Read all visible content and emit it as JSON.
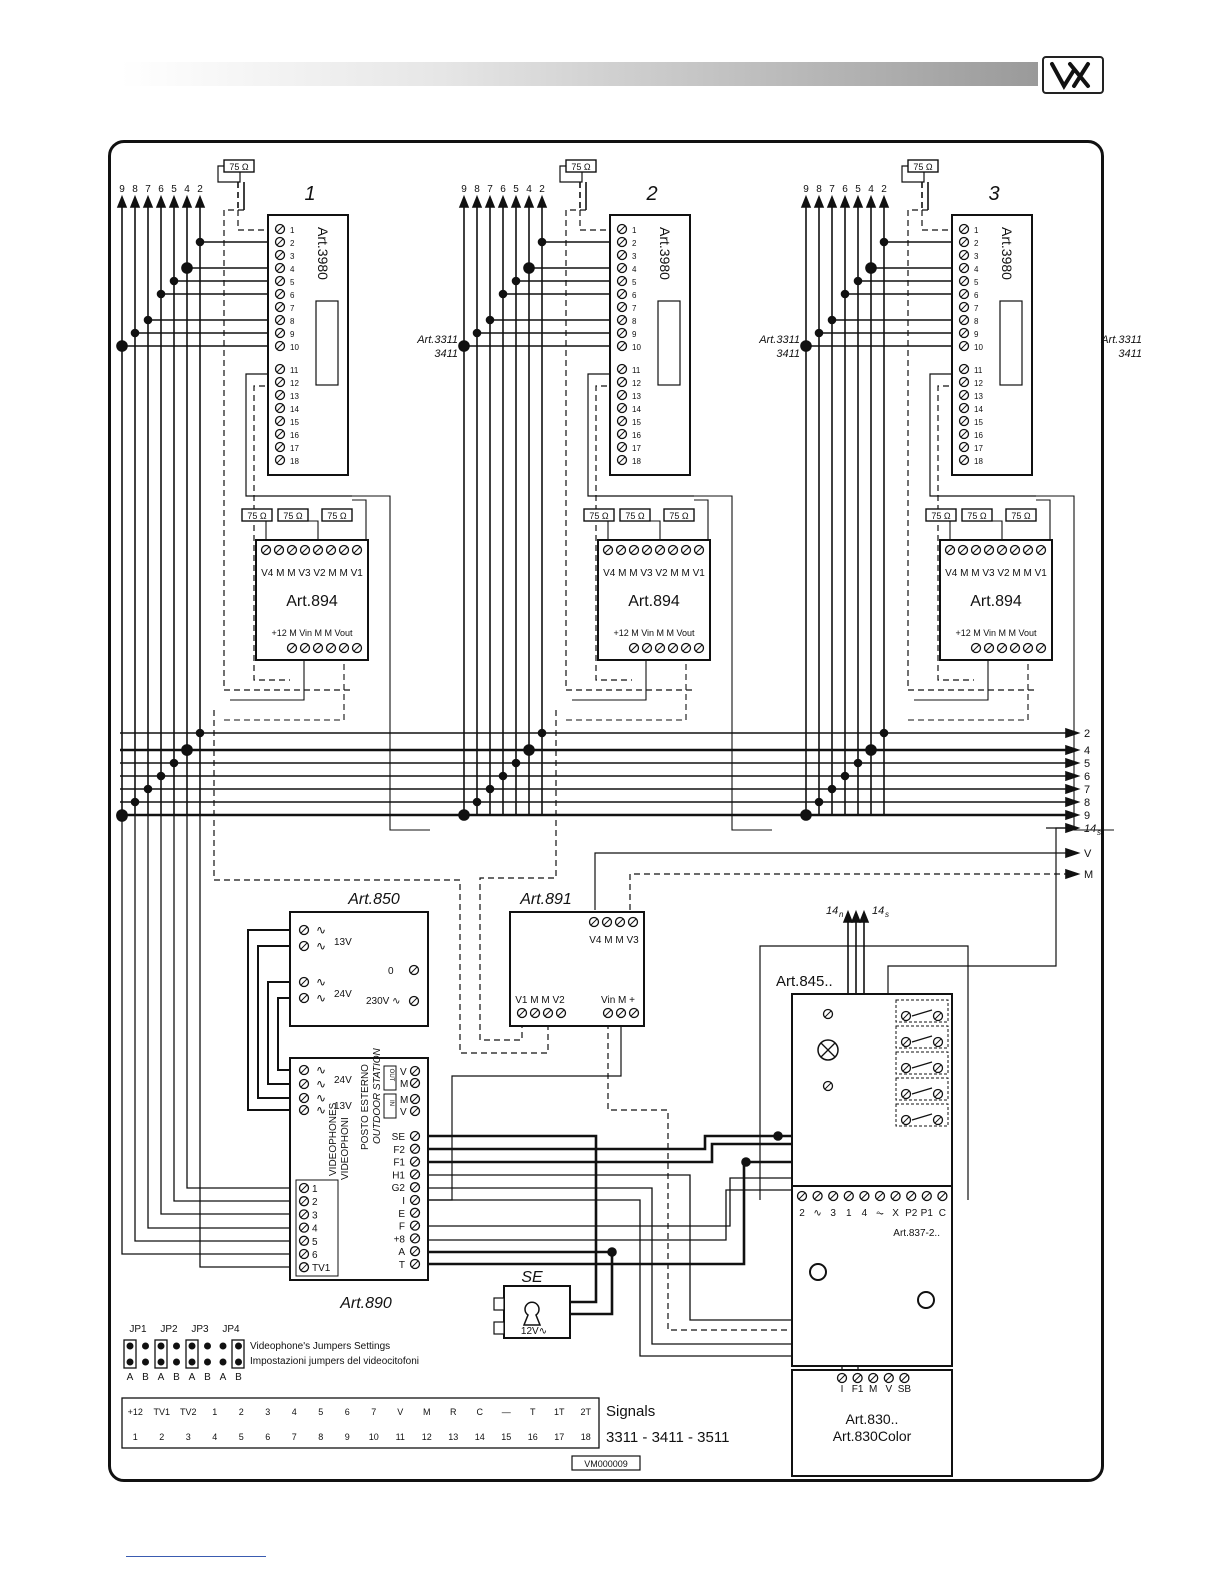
{
  "diagram": {
    "code": "VM000009",
    "units": [
      {
        "number": "1",
        "monitor": "Art.3980",
        "phone_line1": "Art.3311",
        "phone_line2": "3411",
        "distributor": "Art.894",
        "resistor": "75 Ω"
      },
      {
        "number": "2",
        "monitor": "Art.3980",
        "phone_line1": "Art.3311",
        "phone_line2": "3411",
        "distributor": "Art.894",
        "resistor": "75 Ω"
      },
      {
        "number": "3",
        "monitor": "Art.3980",
        "phone_line1": "Art.3311",
        "phone_line2": "3411",
        "distributor": "Art.894",
        "resistor": "75 Ω"
      }
    ],
    "riser_labels": [
      "9",
      "8",
      "7",
      "6",
      "5",
      "4",
      "2"
    ],
    "monitor_terminals": [
      "1",
      "2",
      "3",
      "4",
      "5",
      "6",
      "7",
      "8",
      "9",
      "10",
      "11",
      "12",
      "13",
      "14",
      "15",
      "16",
      "17",
      "18"
    ],
    "art894": {
      "top_terminals": "V4 M M V3 V2 M M V1",
      "bottom_terminals": "+12 M Vin M M Vout"
    },
    "bus_labels": [
      "2",
      "4",
      "5",
      "6",
      "7",
      "8",
      "9",
      "14s",
      "V",
      "M"
    ],
    "art850": {
      "title": "Art.850",
      "label_13v": "13V",
      "label_24v": "24V",
      "label_0": "0",
      "label_230": "230V ∿"
    },
    "art891": {
      "title": "Art.891",
      "top_terminals": "V4 M M V3",
      "bottom_left": "V1 M M V2",
      "bottom_right": "Vin M +"
    },
    "art890": {
      "title": "Art.890",
      "label_24v": "24V",
      "label_13v": "13V",
      "out_label": "OUT",
      "in_label": "IN",
      "station_it": "POSTO ESTERNO",
      "station_en": "OUTDOOR STATION",
      "phones_en": "VIDEOPHONES",
      "phones_it": "VIDEOPHONI",
      "right_terminals": [
        "SE",
        "F2",
        "F1",
        "H1",
        "G2",
        "I",
        "E",
        "F",
        "+8",
        "A",
        "T"
      ],
      "left_terminals": [
        "1",
        "2",
        "3",
        "4",
        "5",
        "6",
        "TV1"
      ],
      "out_terms": [
        "V",
        "M"
      ],
      "in_terms": [
        "M",
        "V"
      ]
    },
    "art845": {
      "title": "Art.845..",
      "label_14n": "14n",
      "label_14s": "14s"
    },
    "art837": {
      "title": "Art.837-2..",
      "terminals": [
        "2",
        "∿",
        "3",
        "1",
        "4",
        "⏦",
        "X",
        "P2",
        "P1",
        "C"
      ]
    },
    "art830": {
      "line1": "Art.830..",
      "line2": "Art.830Color",
      "terminals": [
        "I",
        "F1",
        "M",
        "V",
        "SB"
      ]
    },
    "se": {
      "title": "SE",
      "voltage": "12V∿"
    },
    "jumpers": {
      "labels": [
        "JP1",
        "JP2",
        "JP3",
        "JP4"
      ],
      "ab": [
        "A",
        "B",
        "A",
        "B",
        "A",
        "B",
        "A",
        "B"
      ],
      "text_en": "Videophone's Jumpers Settings",
      "text_it": "Impostazioni jumpers del videocitofoni"
    },
    "signals": {
      "title": "Signals",
      "models": "3311 - 3411 - 3511",
      "row1": [
        "+12",
        "TV1",
        "TV2",
        "1",
        "2",
        "3",
        "4",
        "5",
        "6",
        "7",
        "V",
        "M",
        "R",
        "C",
        "—",
        "T",
        "1T",
        "2T"
      ],
      "row2": [
        "1",
        "2",
        "3",
        "4",
        "5",
        "6",
        "7",
        "8",
        "9",
        "10",
        "11",
        "12",
        "13",
        "14",
        "15",
        "16",
        "17",
        "18"
      ]
    }
  }
}
